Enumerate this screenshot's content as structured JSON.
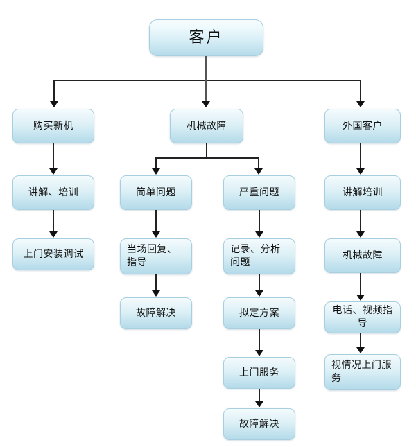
{
  "diagram": {
    "title_node": {
      "label": "客户"
    },
    "background_color": "#ffffff",
    "node_fill_top": "#f4fbfd",
    "node_fill_bottom": "#b4dae9",
    "node_border_color": "#a7cfdf",
    "connector_color": "#222222",
    "nodes": {
      "root": "客户",
      "branch1": {
        "n1": "购买新机",
        "n2": "讲解、培训",
        "n3": "上门安装调试"
      },
      "branch2": {
        "n1": "机械故障",
        "simple": {
          "n1": "简单问题",
          "n2": "当场回复、指导",
          "n3": "故障解决"
        },
        "severe": {
          "n1": "严重问题",
          "n2": "记录、分析问题",
          "n3": "拟定方案",
          "n4": "上门服务",
          "n5": "故障解决"
        }
      },
      "branch3": {
        "n1": "外国客户",
        "n2": "讲解培训",
        "n3": "机械故障",
        "n4": "电话、视频指导",
        "n5": "视情况上门服务"
      }
    }
  }
}
